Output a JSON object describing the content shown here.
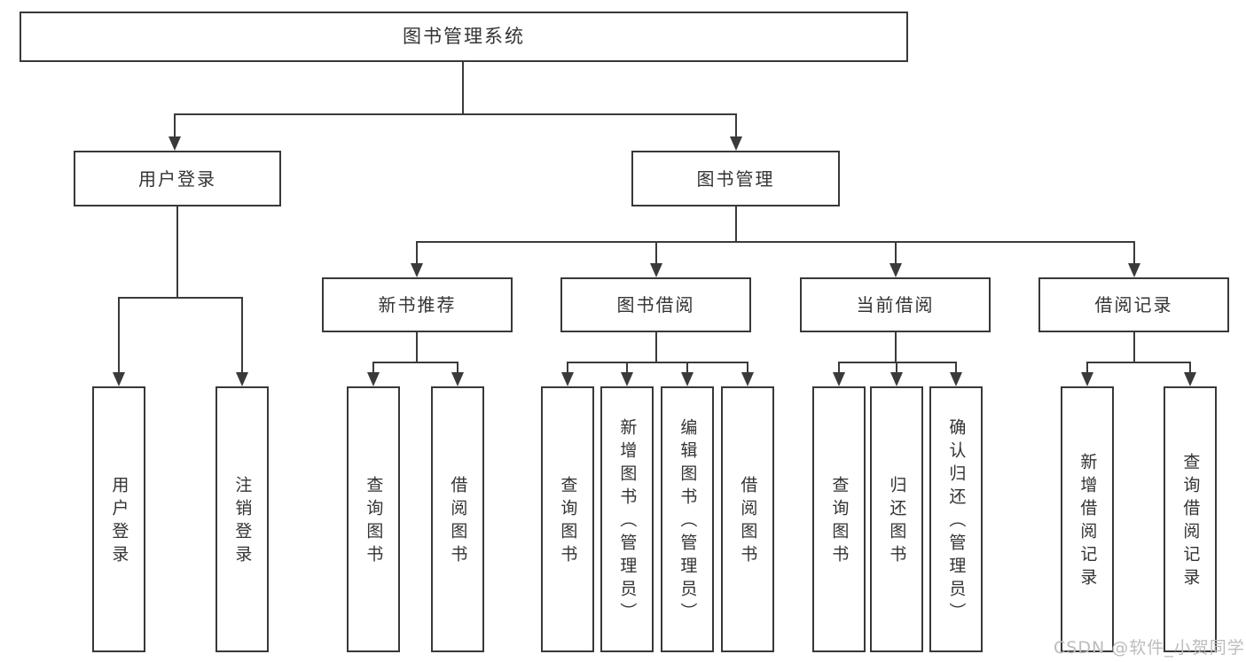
{
  "diagram": {
    "title": "图书管理系统",
    "root": {
      "label": "图书管理系统"
    },
    "level2": [
      {
        "label": "用户登录"
      },
      {
        "label": "图书管理"
      }
    ],
    "level3": [
      {
        "label": "新书推荐"
      },
      {
        "label": "图书借阅"
      },
      {
        "label": "当前借阅"
      },
      {
        "label": "借阅记录"
      }
    ],
    "leaves": {
      "user_login": [
        "用户登录",
        "注销登录"
      ],
      "new_book_recommend": [
        "查询图书",
        "借阅图书"
      ],
      "book_borrow": [
        "查询图书",
        "新增图书（管理员）",
        "编辑图书（管理员）",
        "借阅图书"
      ],
      "current_borrow": [
        "查询图书",
        "归还图书",
        "确认归还（管理员）"
      ],
      "borrow_records": [
        "新增借阅记录",
        "查询借阅记录"
      ]
    }
  },
  "watermark": "CSDN @软件_小贺同学",
  "colors": {
    "line": "#3a3a3a",
    "border": "#383838",
    "text": "#333333",
    "watermark": "#bcbcbc",
    "background": "#ffffff"
  }
}
